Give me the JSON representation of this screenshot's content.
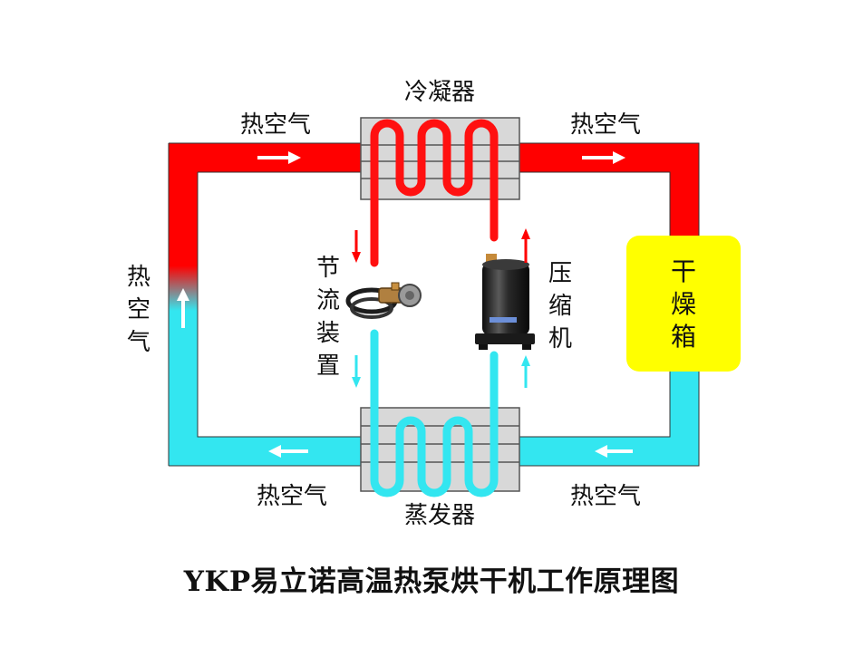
{
  "colors": {
    "hot": "#ff0000",
    "cold": "#33e6f0",
    "dryer": "#ffff00",
    "panel": "#d8d8d8"
  },
  "labels": {
    "condenser": "冷凝器",
    "evaporator": "蒸发器",
    "throttle": "节流装置",
    "compressor": "压缩机",
    "dryer_chars": [
      "干",
      "燥",
      "箱"
    ],
    "hot_air_top_left": "热空气",
    "hot_air_top_right": "热空气",
    "hot_air_left": "热空气",
    "hot_air_bottom_left": "热空气",
    "hot_air_bottom_right": "热空气"
  },
  "caption": "YKP易立诺高温热泵烘干机工作原理图",
  "icons": [
    "flow-arrow-icon",
    "throttle-valve-icon",
    "compressor-icon"
  ]
}
